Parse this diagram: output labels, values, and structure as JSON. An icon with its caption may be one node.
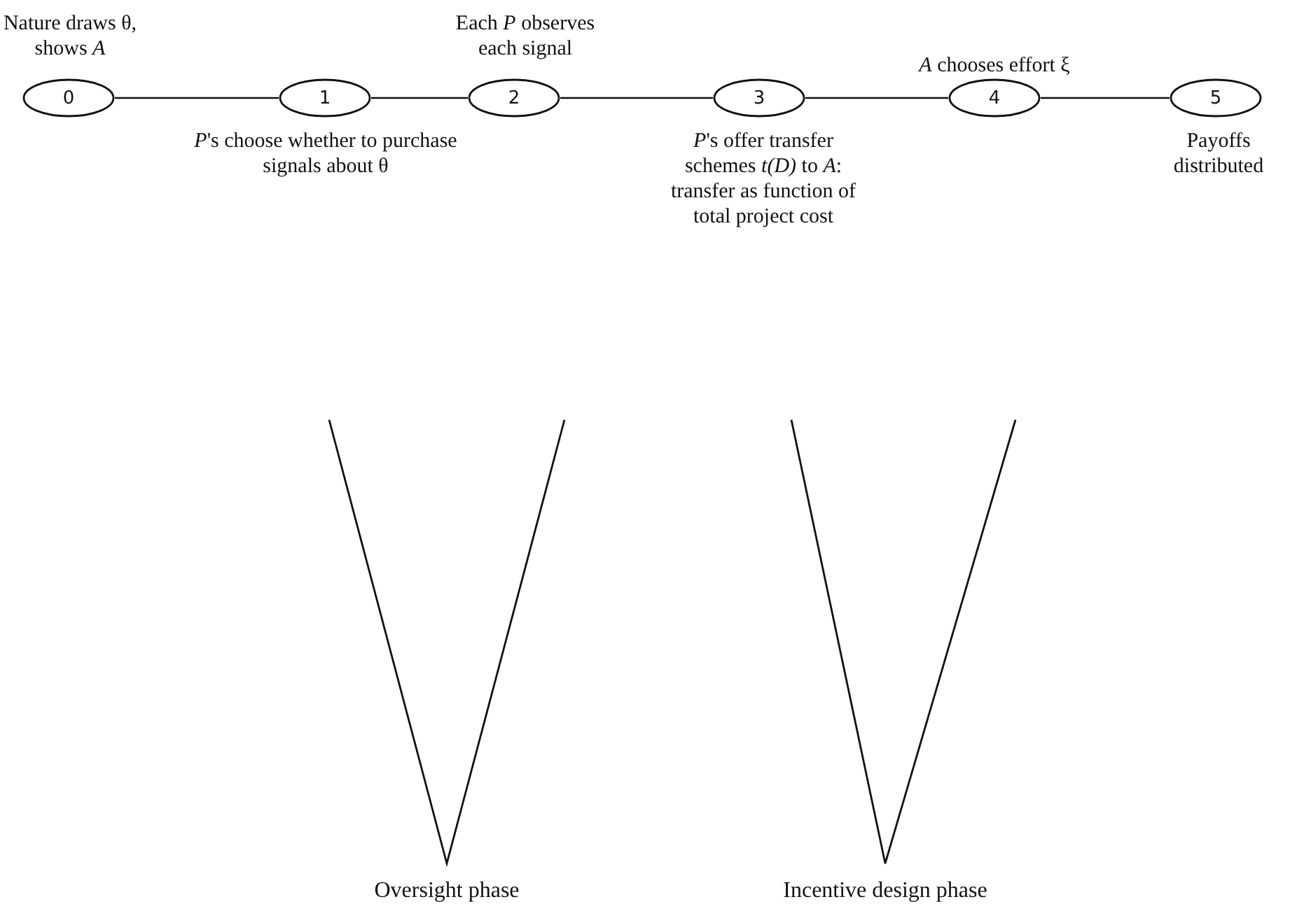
{
  "diagram": {
    "nodes": [
      {
        "text": [
          "0"
        ],
        "beside": [
          "Nature draws θ, shows *A*"
        ]
      },
      {
        "text": [
          "1"
        ],
        "beside": [
          "*P*'s choose whether to purchase signals about θ"
        ]
      },
      {
        "text": [
          "2"
        ],
        "beside": [
          "Each *P* observes each signal"
        ]
      },
      {
        "text": [
          "3"
        ],
        "beside": [
          "*P*'s offer transfer schemes *t(D)* to *A*: transfer as function of total project cost"
        ]
      },
      {
        "text": [
          "4"
        ],
        "beside": [
          "*A* chooses effort ξ"
        ]
      },
      {
        "text": [
          "5"
        ],
        "beside": [
          "Payoffs distributed"
        ]
      }
    ],
    "edges": [
      {
        "from": 0,
        "to": 1,
        "arrow": "none"
      },
      {
        "from": 1,
        "to": 2,
        "arrow": "none"
      },
      {
        "from": 2,
        "to": 3,
        "arrow": "none"
      },
      {
        "from": 3,
        "to": 4,
        "arrow": "none"
      },
      {
        "from": 4,
        "to": 5,
        "arrow": "none"
      }
    ],
    "labels": [
      "Oversight phase",
      "Incentive design phase"
    ]
  }
}
